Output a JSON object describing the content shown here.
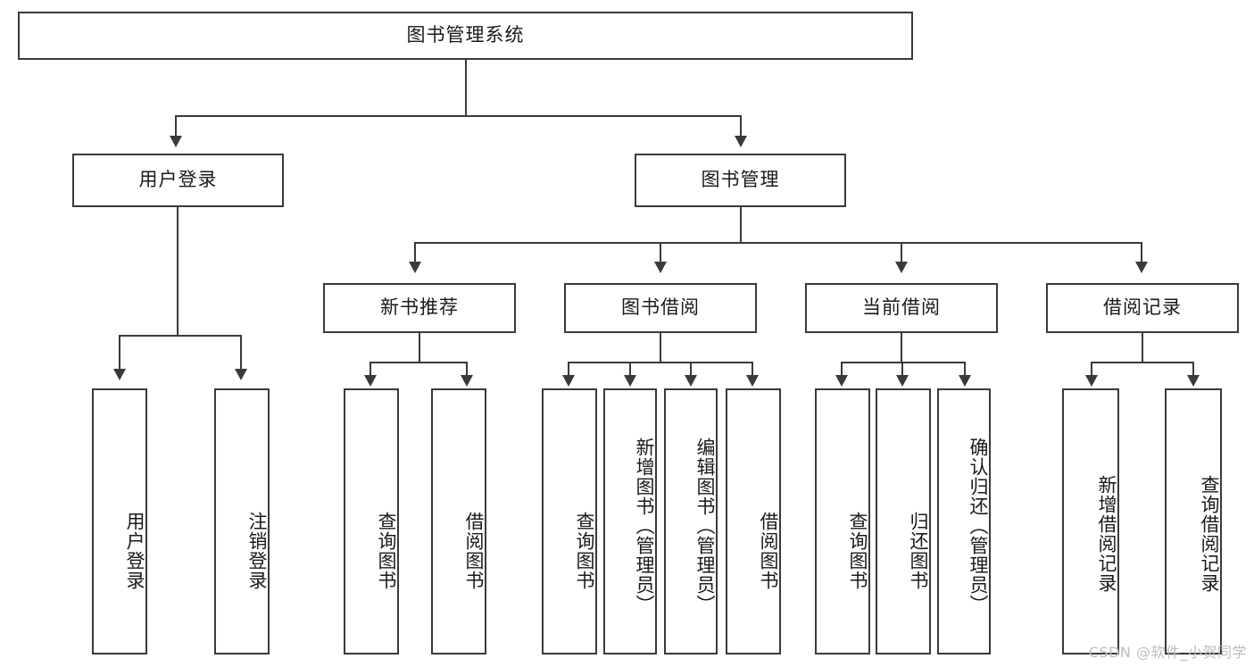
{
  "diagram": {
    "title": "图书管理系统",
    "root": {
      "label": "图书管理系统"
    },
    "level2": {
      "user_login": {
        "label": "用户登录"
      },
      "book_manage": {
        "label": "图书管理"
      }
    },
    "level3": {
      "new_book_rec": {
        "label": "新书推荐"
      },
      "book_borrow": {
        "label": "图书借阅"
      },
      "current_borrow": {
        "label": "当前借阅"
      },
      "borrow_record": {
        "label": "借阅记录"
      }
    },
    "leaves": {
      "user_login": [
        {
          "label": "用户登录"
        },
        {
          "label": "注销登录"
        }
      ],
      "new_book_rec": [
        {
          "label": "查询图书"
        },
        {
          "label": "借阅图书"
        }
      ],
      "book_borrow": [
        {
          "label": "查询图书"
        },
        {
          "label": "新增图书（管理员）"
        },
        {
          "label": "编辑图书（管理员）"
        },
        {
          "label": "借阅图书"
        }
      ],
      "current_borrow": [
        {
          "label": "查询图书"
        },
        {
          "label": "归还图书"
        },
        {
          "label": "确认归还（管理员）"
        }
      ],
      "borrow_record": [
        {
          "label": "新增借阅记录"
        },
        {
          "label": "查询借阅记录"
        }
      ]
    }
  },
  "watermark": {
    "text": "CSDN @软件_小贺同学"
  },
  "colors": {
    "stroke": "#3a3a3a",
    "text": "#1a1a1a",
    "background": "#ffffff",
    "watermark": "#bdbdbd"
  }
}
